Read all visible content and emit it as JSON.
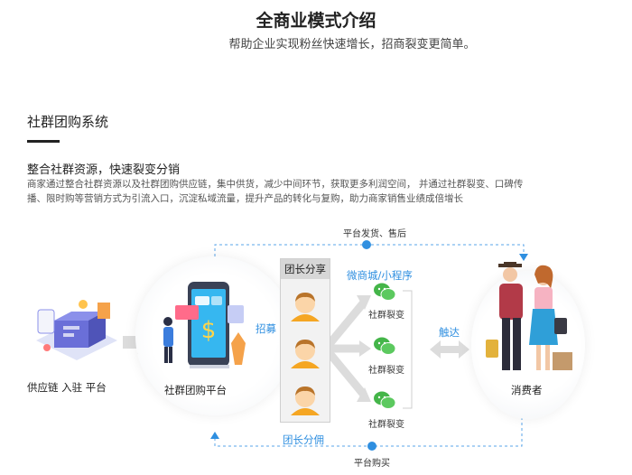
{
  "header": {
    "title": "全商业模式介绍",
    "subtitle": "帮助企业实现粉丝快速增长，招商裂变更简单。"
  },
  "section": {
    "title": "社群团购系统",
    "intro_title": "整合社群资源，快速裂变分销",
    "description": "商家通过整合社群资源以及社群团购供应链，集中供货，减少中间环节，获取更多利润空间， 并通过社群裂变、口碑传播、限时购等营销方式为引流入口，沉淀私域流量，提升产品的转化与复购，助力商家销售业绩成倍增长"
  },
  "diagram": {
    "top_flow_label": "平台发货、售后",
    "bottom_flow_label": "平台购买",
    "supply_label": "供应链 入驻 平台",
    "platform_label": "社群团购平台",
    "recruit_label": "招募",
    "leader_panel_title": "团长分享",
    "leader_commission_label": "团长分佣",
    "mini_program_label": "微商城/小程序",
    "fission_labels": [
      "社群裂变",
      "社群裂变",
      "社群裂变"
    ],
    "reach_label": "触达",
    "consumer_label": "消费者"
  },
  "colors": {
    "accent_blue": "#2f8fe0",
    "wechat_green": "#44b549",
    "arrow_gray": "#dcdcdc"
  }
}
